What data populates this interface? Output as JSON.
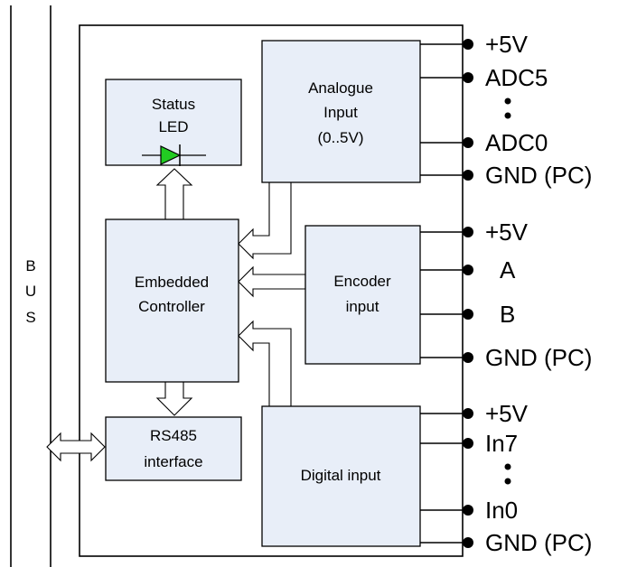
{
  "bus": {
    "letters": [
      "B",
      "U",
      "S"
    ]
  },
  "blocks": {
    "status_led": {
      "lines": [
        "Status",
        "LED"
      ]
    },
    "analogue_input": {
      "lines": [
        "Analogue",
        "Input",
        "(0..5V)"
      ]
    },
    "embedded_controller": {
      "lines": [
        "Embedded",
        "Controller"
      ]
    },
    "encoder_input": {
      "lines": [
        "Encoder",
        "input"
      ]
    },
    "rs485_interface": {
      "lines": [
        "RS485",
        "interface"
      ]
    },
    "digital_input": {
      "lines": [
        "Digital input"
      ]
    }
  },
  "pins": {
    "analogue": [
      "+5V",
      "ADC5",
      "ADC0",
      "GND (PC)"
    ],
    "encoder": [
      "+5V",
      "A",
      "B",
      "GND (PC)"
    ],
    "digital": [
      "+5V",
      "In7",
      "In0",
      "GND (PC)"
    ]
  },
  "colors": {
    "block_fill": "#e8eef8",
    "led_fill": "#22cc22"
  }
}
